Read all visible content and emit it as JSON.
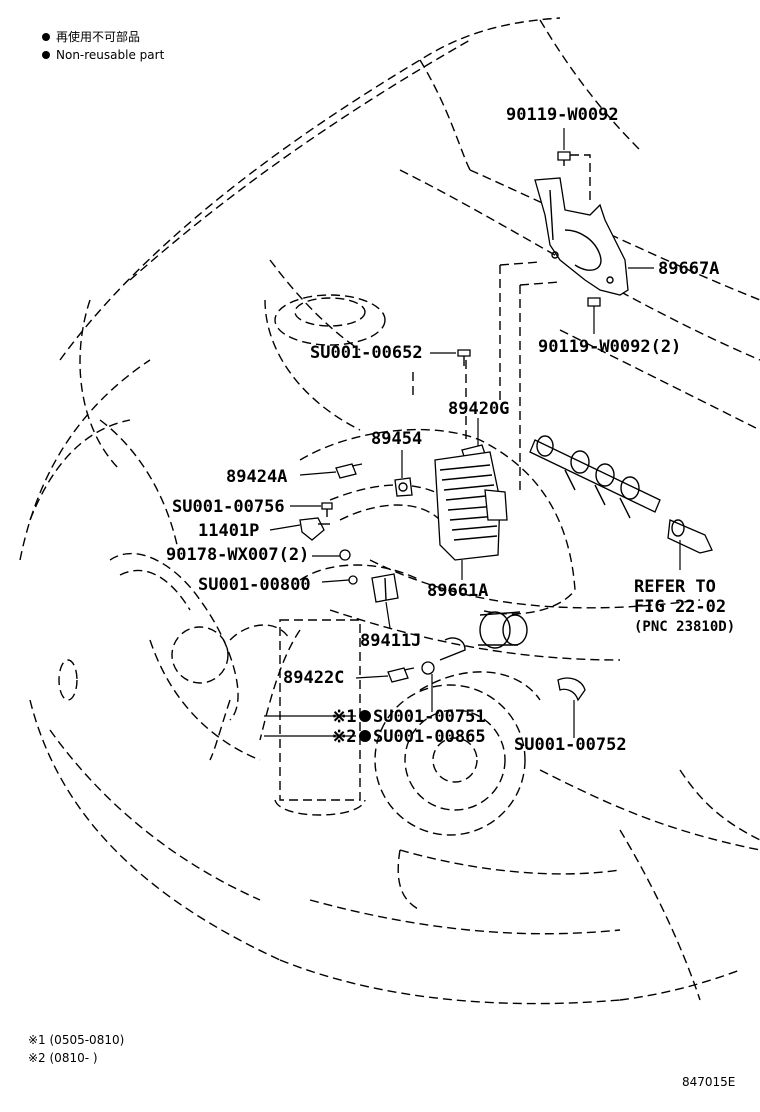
{
  "legend": {
    "line_jp": "再使用不可部品",
    "line_en": "Non-reusable part"
  },
  "parts": {
    "p_90119_top": "90119-W0092",
    "p_89667A": "89667A",
    "p_90119_bottom": "90119-W0092(2)",
    "p_su652": "SU001-00652",
    "p_89420G": "89420G",
    "p_89454": "89454",
    "p_89424A": "89424A",
    "p_su756": "SU001-00756",
    "p_11401P": "11401P",
    "p_90178": "90178-WX007(2)",
    "p_su800": "SU001-00800",
    "p_89661A": "89661A",
    "p_89411J": "89411J",
    "p_89422C": "89422C",
    "p_su751_mark": "※1",
    "p_su751": "SU001-00751",
    "p_su865_mark": "※2",
    "p_su865": "SU001-00865",
    "p_su752": "SU001-00752"
  },
  "reference": {
    "line1": "REFER TO",
    "line2": "FIG 22-02",
    "line3": "(PNC 23810D)"
  },
  "footnotes": {
    "note1": "※1 (0505-0810)",
    "note2": "※2 (0810-      )"
  },
  "figure_id": "847015E"
}
